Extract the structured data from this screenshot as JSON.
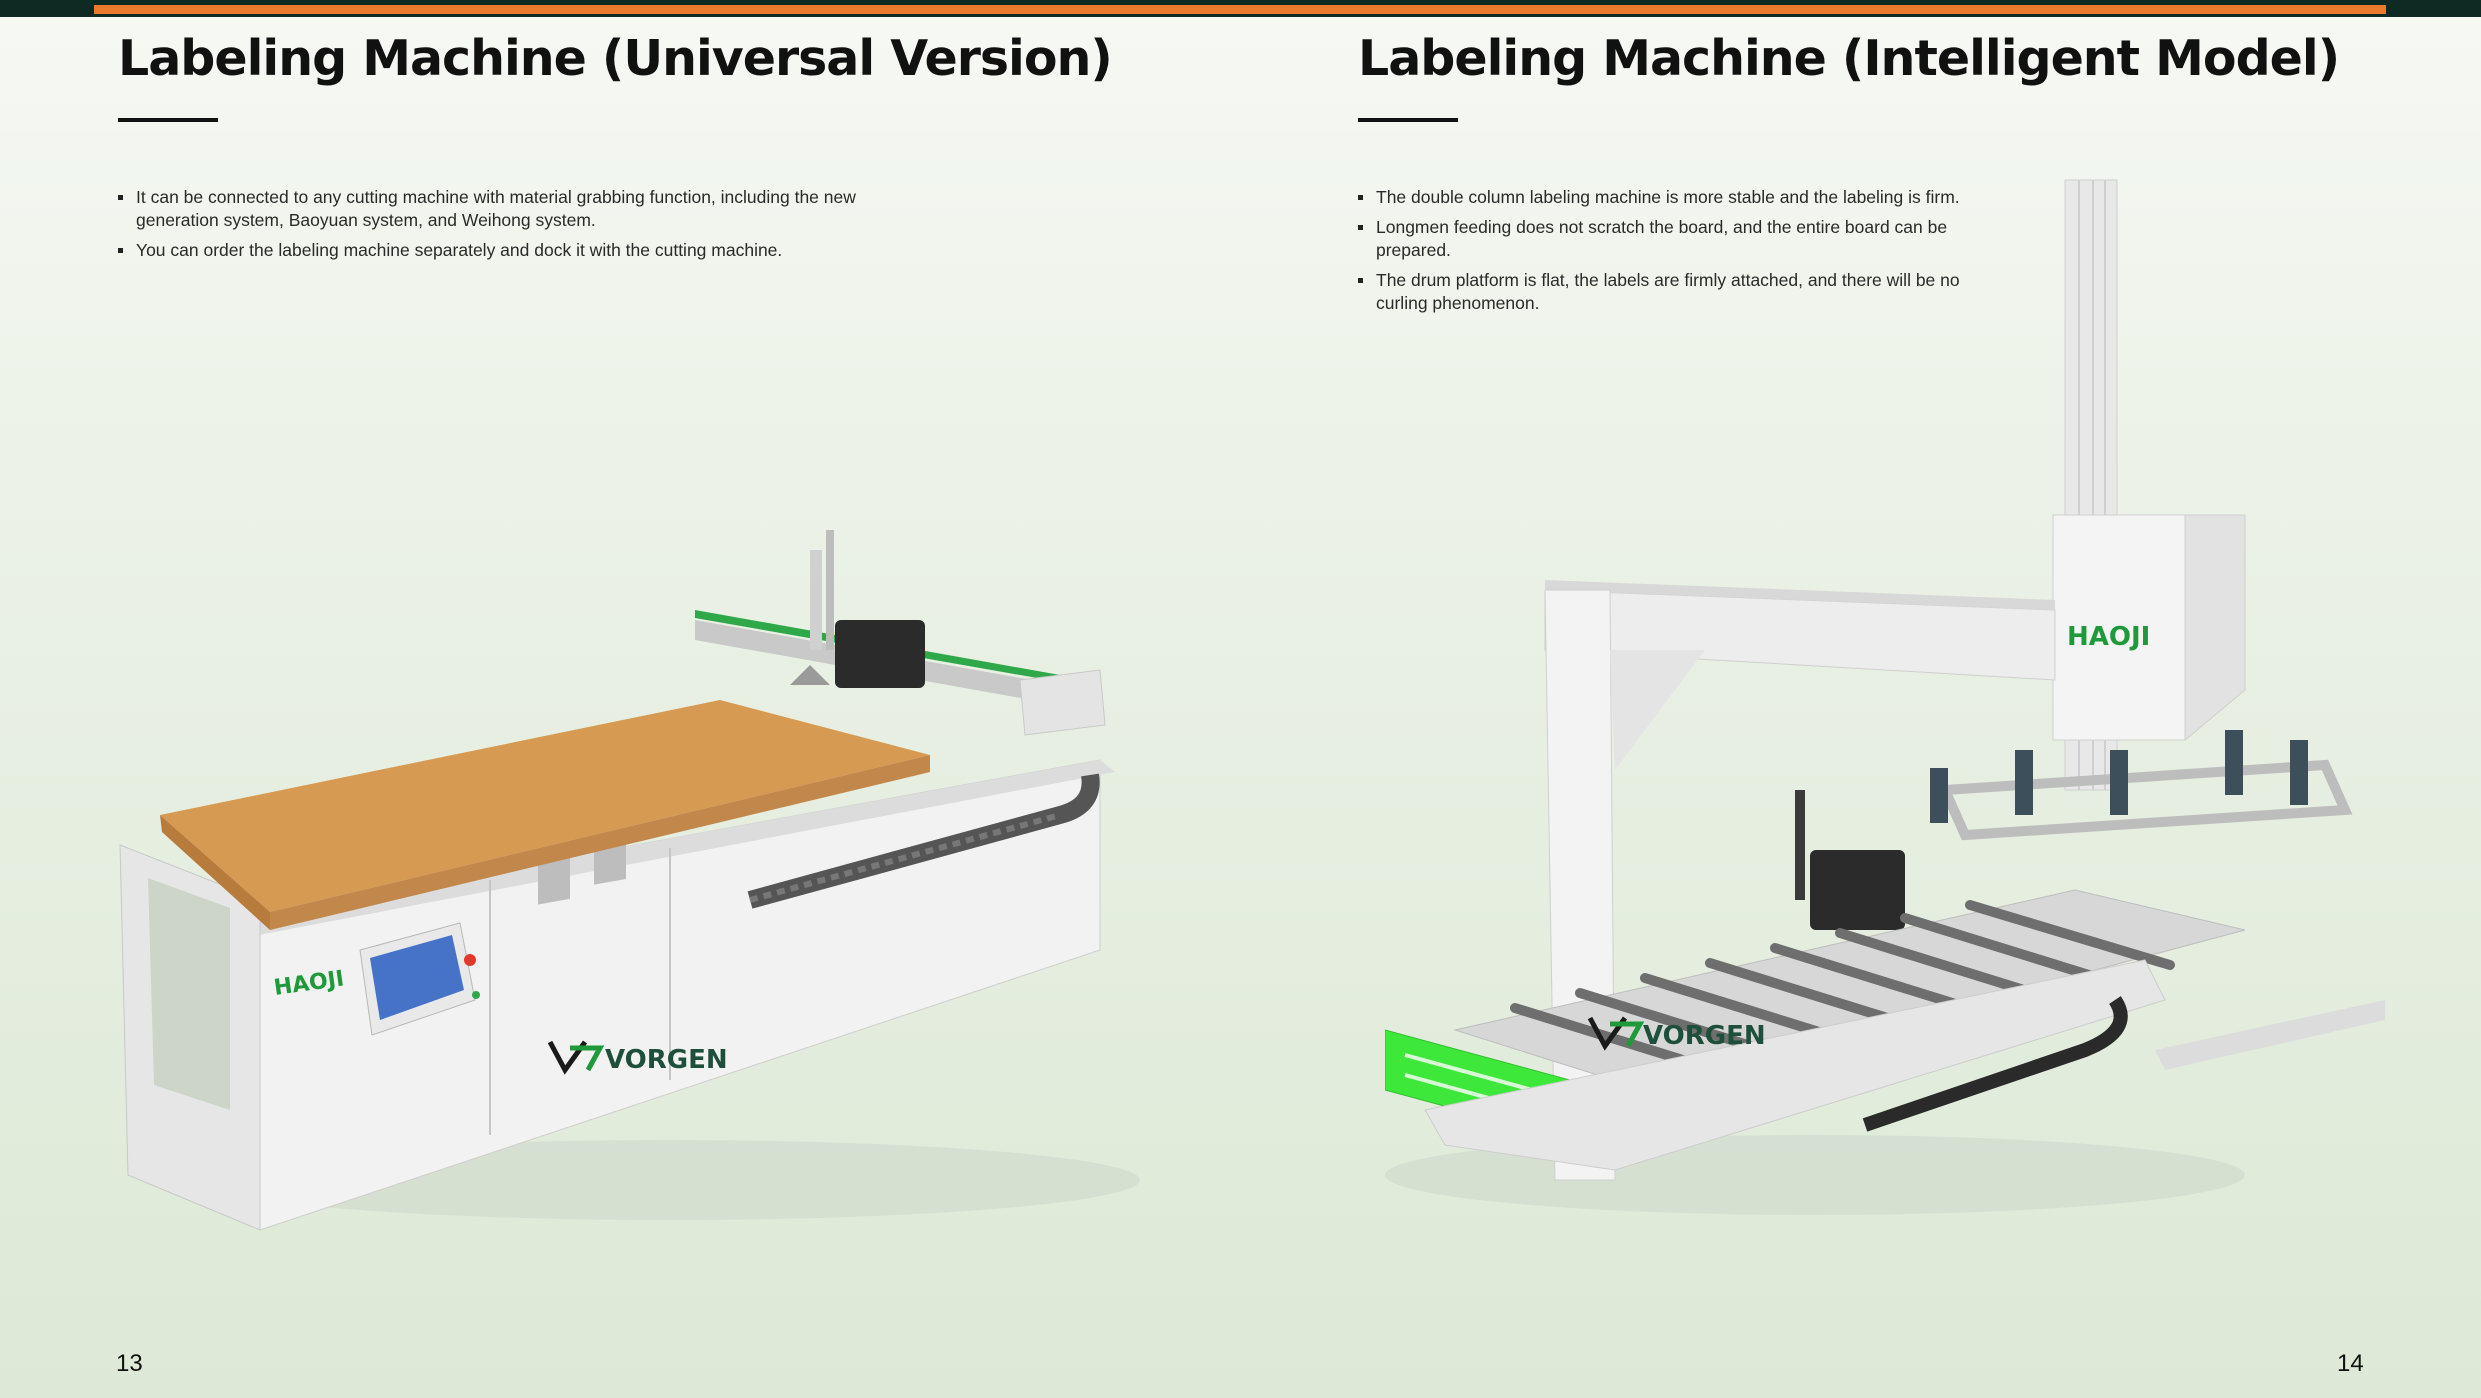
{
  "pages": [
    {
      "title": "Labeling Machine (Universal Version)",
      "bullets": [
        "It can be connected to any cutting machine with material grabbing function, including the new generation system, Baoyuan system, and Weihong system.",
        "You can order the labeling machine separately and dock it with the cutting machine."
      ],
      "machine_brand": "HAOJI",
      "machine_logo": "VORGEN",
      "page_number": "13"
    },
    {
      "title": "Labeling Machine (Intelligent Model)",
      "bullets": [
        "The double column labeling machine is more stable and the labeling is firm.",
        "Longmen feeding does not scratch the board, and the entire board can be prepared.",
        "The drum platform is flat, the labels are firmly attached, and there will be no curling phenomenon."
      ],
      "machine_brand": "HAOJI",
      "machine_logo": "VORGEN",
      "page_number": "14"
    }
  ],
  "colors": {
    "accent_orange": "#ec7a2c",
    "top_bar": "#0e2a22",
    "brand_green": "#1f9a3a",
    "bright_green": "#3ee83a",
    "wood": "#d69a52"
  }
}
